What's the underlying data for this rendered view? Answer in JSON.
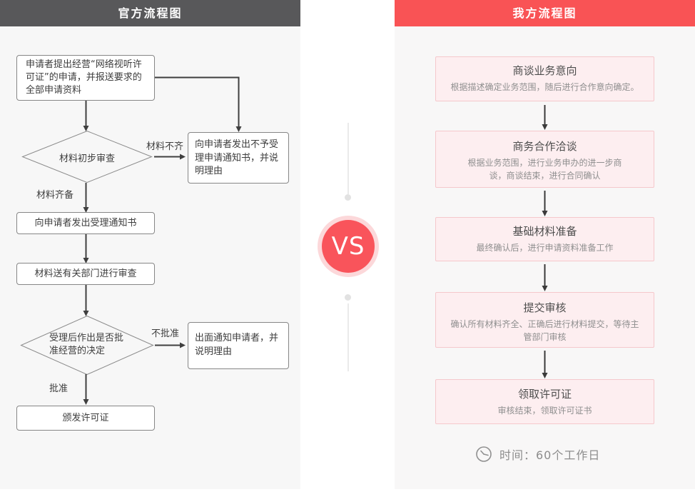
{
  "left": {
    "header": "官方流程图",
    "nodes": {
      "apply": "申请者提出经营“网络视听许可证”的申请，并报送要求的全部申请资料",
      "initial_review": "材料初步审查",
      "reject_notice": "向申请者发出不予受理申请通知书，并说明理由",
      "accept_notice": "向申请者发出受理通知书",
      "send_review": "材料送有关部门进行审查",
      "decision": "受理后作出是否批准经营的决定",
      "notify_reject": "出面通知申请者，并说明理由",
      "issue_license": "颁发许可证"
    },
    "labels": {
      "incomplete": "材料不齐",
      "complete": "材料齐备",
      "not_approved": "不批准",
      "approved": "批准"
    }
  },
  "divider": {
    "vs": "VS"
  },
  "right": {
    "header": "我方流程图",
    "steps": [
      {
        "title": "商谈业务意向",
        "desc": "根据描述确定业务范围，随后进行合作意向确定。"
      },
      {
        "title": "商务合作洽谈",
        "desc": "根据业务范围，进行业务申办的进一步商谈，商谈结束，进行合同确认"
      },
      {
        "title": "基础材料准备",
        "desc": "最终确认后，进行申请资料准备工作"
      },
      {
        "title": "提交审核",
        "desc": "确认所有材料齐全、正确后进行材料提交，等待主管部门审核"
      },
      {
        "title": "领取许可证",
        "desc": "审核结束，领取许可证书"
      }
    ],
    "time_note": "时间：60个工作日"
  },
  "colors": {
    "left_header_bg": "#58585a",
    "right_header_bg": "#f95355",
    "vs_red": "#f9545b",
    "vs_halo": "#fcd8da",
    "right_box_bg": "#fdeef0",
    "right_box_border": "#f5c8cc",
    "panel_bg": "#f7f7f7"
  }
}
